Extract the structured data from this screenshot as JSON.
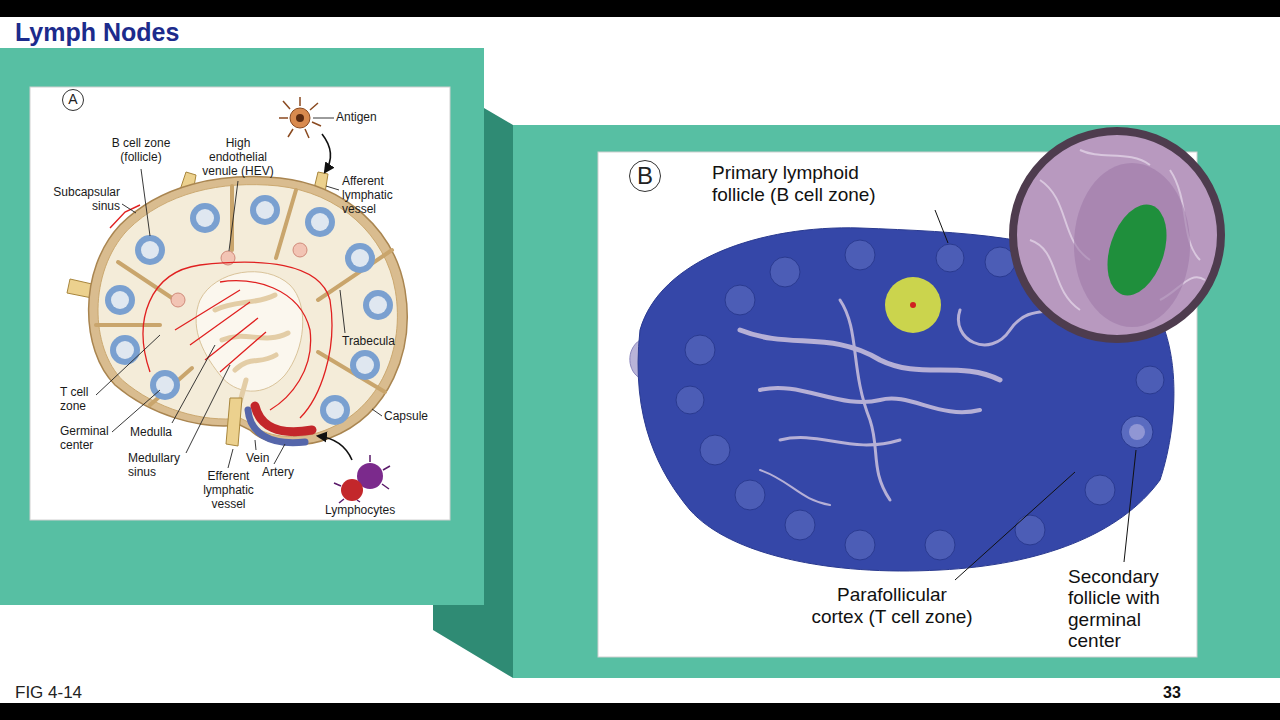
{
  "diagram": {
    "title": "Lymph Nodes",
    "nodes": [
      {
        "text": [
          "A"
        ]
      },
      {
        "text": [
          "B"
        ]
      }
    ],
    "labels": [
      "B cell zone (follicle)",
      "High endothelial venule (HEV)",
      "Antigen",
      "Subcapsular sinus",
      "Afferent lymphatic vessel",
      "Trabecula",
      "T cell zone",
      "Germinal center",
      "Medulla",
      "Medullary sinus",
      "Efferent lymphatic vessel",
      "Vein",
      "Artery",
      "Capsule",
      "Lymphocytes",
      "Primary lymphoid follicle (B cell zone)",
      "Parafollicular cortex (T cell zone)",
      "Secondary follicle with germinal center",
      "FIG 4-14",
      "33"
    ]
  }
}
